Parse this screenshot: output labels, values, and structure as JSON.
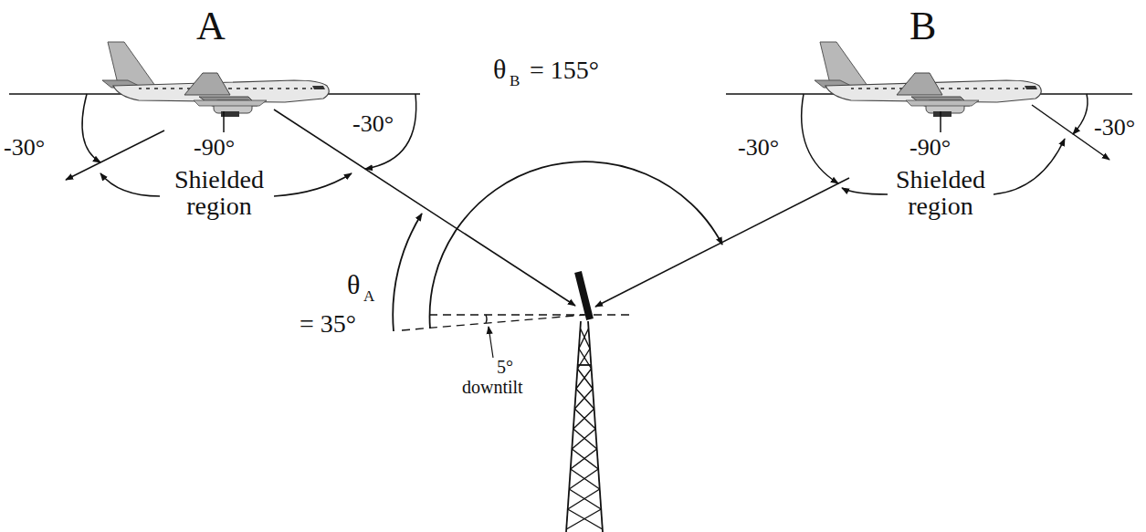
{
  "diagram": {
    "labels": [
      "A",
      "B",
      "-30°",
      "-90°",
      "-30°",
      "Shielded region",
      "θ",
      "B",
      "= 155°",
      "-30°",
      "-90°",
      "-30°",
      "Shielded region",
      "θ",
      "A",
      "= 35°",
      "5°",
      "downtilt"
    ]
  }
}
